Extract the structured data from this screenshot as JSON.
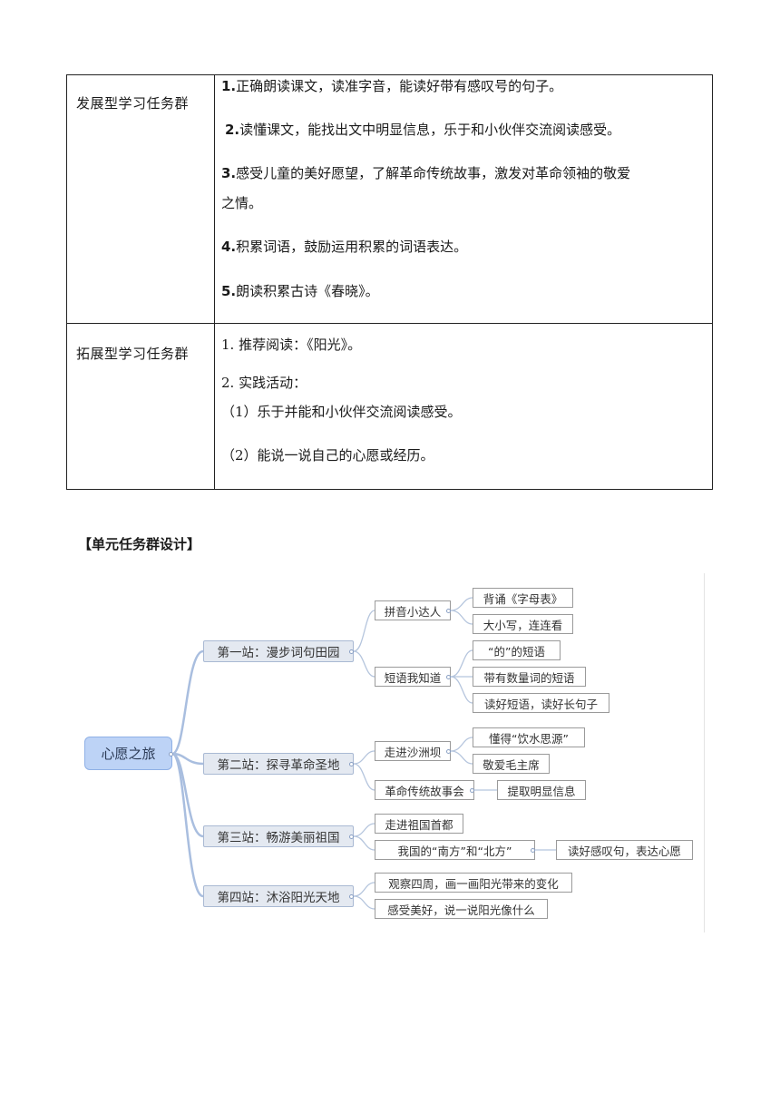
{
  "table": {
    "rows": [
      {
        "label": "发展型学习任务群",
        "items": [
          {
            "num": "1.",
            "text": "正确朗读课文，读准字音，能读好带有感叹号的句子。"
          },
          {
            "num": "2.",
            "text": "读懂课文，能找出文中明显信息，乐于和小伙伴交流阅读感受。"
          },
          {
            "num": "3.",
            "text": "感受儿童的美好愿望，了解革命传统故事，激发对革命领袖的敬爱"
          },
          {
            "num": "",
            "text": "之情。"
          },
          {
            "num": "4.",
            "text": "积累词语，鼓励运用积累的词语表达。"
          },
          {
            "num": "5.",
            "text": "朗读积累古诗《春晓》。"
          }
        ]
      },
      {
        "label": "拓展型学习任务群",
        "items": [
          {
            "num": "1. ",
            "text": "推荐阅读：《阳光》。"
          },
          {
            "num": "2. ",
            "text": "实践活动："
          },
          {
            "num": "",
            "text": "（1）乐于并能和小伙伴交流阅读感受。"
          },
          {
            "num": "",
            "text": "（2）能说一说自己的心愿或经历。"
          }
        ]
      }
    ]
  },
  "section_title": "【单元任务群设计】",
  "mindmap": {
    "root": "心愿之旅",
    "stations": [
      {
        "label": "第一站：漫步词句田园",
        "children": [
          {
            "label": "拼音小达人",
            "children": [
              "背诵《字母表》",
              "大小写，连连看"
            ]
          },
          {
            "label": "短语我知道",
            "children": [
              "“的”的短语",
              "带有数量词的短语",
              "读好短语，读好长句子"
            ]
          }
        ]
      },
      {
        "label": "第二站：探寻革命圣地",
        "children": [
          {
            "label": "走进沙洲坝",
            "children": [
              "懂得“饮水思源”",
              "敬爱毛主席"
            ]
          },
          {
            "label": "革命传统故事会",
            "children": [
              "提取明显信息"
            ]
          }
        ]
      },
      {
        "label": "第三站：畅游美丽祖国",
        "children": [
          {
            "label": "走进祖国首都",
            "children": []
          },
          {
            "label": "我国的“南方”和“北方”",
            "children": [
              "读好感叹句，表达心愿"
            ]
          }
        ]
      },
      {
        "label": "第四站：沐浴阳光天地",
        "children": [
          {
            "label": "观察四周，画一画阳光带来的变化",
            "children": []
          },
          {
            "label": "感受美好，说一说阳光像什么",
            "children": []
          }
        ]
      }
    ],
    "colors": {
      "branch": "#a9bedf",
      "root_fill": "#bdd3f6",
      "station_fill": "#e4e9f1"
    }
  }
}
